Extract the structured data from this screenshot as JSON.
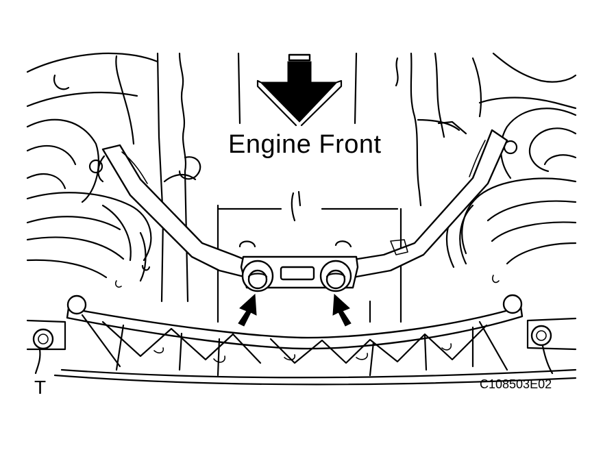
{
  "labels": {
    "direction": "Engine Front",
    "corner_mark": "T",
    "figure_code": "C108503E02"
  },
  "colors": {
    "ink": "#000000",
    "paper": "#ffffff"
  },
  "icons": {
    "direction_arrow": "arrow-down-icon",
    "pointer_arrows": "arrow-up-right-icon"
  }
}
